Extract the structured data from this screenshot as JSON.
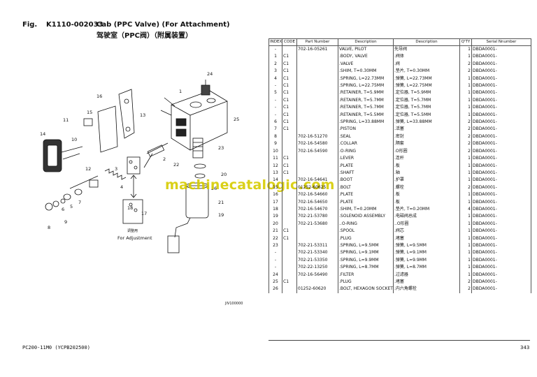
{
  "header": {
    "fig_label": "Fig.",
    "fig_code": "K1110-002033",
    "title": "Cab (PPC Valve) (For Attachment)",
    "subtitle": "驾驶室（PPC阀）（附属装置）"
  },
  "diagram": {
    "callouts": [
      "24",
      "1",
      "16",
      "15",
      "13",
      "25",
      "11",
      "14",
      "10",
      "12",
      "23",
      "2",
      "22",
      "3",
      "20",
      "4",
      "26",
      "7",
      "5",
      "6",
      "9",
      "8",
      "19",
      "18",
      "17",
      "21"
    ],
    "adjust_cn": "调整用",
    "adjust_en": "For Adjustment",
    "drawing_no": "JIV100000"
  },
  "table": {
    "headers": [
      "INDEX",
      "CODE",
      "Part Number",
      "Description",
      "Description",
      "Q'TY",
      "Serial Nnumber"
    ],
    "rows": [
      {
        "idx": "-",
        "code": "",
        "pn": "702-16-05261",
        "d1": "VALVE, PILOT",
        "d2": "先导阀",
        "qty": "1",
        "ser": "DBDA0001-"
      },
      {
        "idx": "1",
        "code": "C1",
        "pn": "",
        "d1": ".BODY, VALVE",
        "d2": ".阀体",
        "qty": "1",
        "ser": "DBDA0001-"
      },
      {
        "idx": "2",
        "code": "C1",
        "pn": "",
        "d1": ".VALVE",
        "d2": ".阀",
        "qty": "2",
        "ser": "DBDA0001-"
      },
      {
        "idx": "3",
        "code": "C1",
        "pn": "",
        "d1": ".SHIM, T=0.30MM",
        "d2": ".垫片, T=0.30MM",
        "qty": "2",
        "ser": "DBDA0001-"
      },
      {
        "idx": "4",
        "code": "C1",
        "pn": "",
        "d1": ".SPRING, L=22.73MM",
        "d2": ".弹簧, L=22.73MM",
        "qty": "1",
        "ser": "DBDA0001-"
      },
      {
        "idx": "-",
        "code": "C1",
        "pn": "",
        "d1": ".SPRING, L=22.75MM",
        "d2": ".弹簧, L=22.75MM",
        "qty": "1",
        "ser": "DBDA0001-"
      },
      {
        "idx": "5",
        "code": "C1",
        "pn": "",
        "d1": ".RETAINER, T=5.9MM",
        "d2": ".定位器, T=5.9MM",
        "qty": "1",
        "ser": "DBDA0001-"
      },
      {
        "idx": "-",
        "code": "C1",
        "pn": "",
        "d1": ".RETAINER, T=5.7MM",
        "d2": ".定位器, T=5.7MM",
        "qty": "1",
        "ser": "DBDA0001-"
      },
      {
        "idx": "-",
        "code": "C1",
        "pn": "",
        "d1": ".RETAINER, T=5.7MM",
        "d2": ".定位器, T=5.7MM",
        "qty": "1",
        "ser": "DBDA0001-"
      },
      {
        "idx": "-",
        "code": "C1",
        "pn": "",
        "d1": ".RETAINER, T=5.5MM",
        "d2": ".定位器, T=5.5MM",
        "qty": "1",
        "ser": "DBDA0001-"
      },
      {
        "idx": "6",
        "code": "C1",
        "pn": "",
        "d1": ".SPRING, L=33.88MM",
        "d2": ".弹簧, L=33.88MM",
        "qty": "2",
        "ser": "DBDA0001-"
      },
      {
        "idx": "7",
        "code": "C1",
        "pn": "",
        "d1": ".PISTON",
        "d2": ".活塞",
        "qty": "2",
        "ser": "DBDA0001-"
      },
      {
        "idx": "8",
        "code": "",
        "pn": "702-16-51270",
        "d1": ".SEAL",
        "d2": ".密封",
        "qty": "2",
        "ser": "DBDA0001-"
      },
      {
        "idx": "9",
        "code": "",
        "pn": "702-16-54580",
        "d1": ".COLLAR",
        "d2": ".隔套",
        "qty": "2",
        "ser": "DBDA0001-"
      },
      {
        "idx": "10",
        "code": "",
        "pn": "702-16-54590",
        "d1": ".O-RING",
        "d2": ".O形圈",
        "qty": "2",
        "ser": "DBDA0001-"
      },
      {
        "idx": "11",
        "code": "C1",
        "pn": "",
        "d1": ".LEVER",
        "d2": ".连杆",
        "qty": "1",
        "ser": "DBDA0001-"
      },
      {
        "idx": "12",
        "code": "C1",
        "pn": "",
        "d1": ".PLATE",
        "d2": ".板",
        "qty": "1",
        "ser": "DBDA0001-"
      },
      {
        "idx": "13",
        "code": "C1",
        "pn": "",
        "d1": ".SHAFT",
        "d2": ".轴",
        "qty": "1",
        "ser": "DBDA0001-"
      },
      {
        "idx": "14",
        "code": "",
        "pn": "702-16-54641",
        "d1": ".BOOT",
        "d2": ".护罩",
        "qty": "1",
        "ser": "DBDA0001-"
      },
      {
        "idx": "15",
        "code": "",
        "pn": "01252-60625",
        "d1": ".BOLT",
        "d2": ".螺栓",
        "qty": "2",
        "ser": "DBDA0001-"
      },
      {
        "idx": "16",
        "code": "",
        "pn": "702-16-54660",
        "d1": ".PLATE",
        "d2": ".板",
        "qty": "1",
        "ser": "DBDA0001-"
      },
      {
        "idx": "17",
        "code": "",
        "pn": "702-16-54650",
        "d1": ".PLATE",
        "d2": ".板",
        "qty": "1",
        "ser": "DBDA0001-"
      },
      {
        "idx": "18",
        "code": "",
        "pn": "702-16-54670",
        "d1": ".SHIM, T=0.20MM",
        "d2": ".垫片, T=0.20MM",
        "qty": "4",
        "ser": "DBDA0001-"
      },
      {
        "idx": "19",
        "code": "",
        "pn": "702-21-53780",
        "d1": ".SOLENOID ASSEMBLY",
        "d2": ".电磁阀总成",
        "qty": "1",
        "ser": "DBDA0001-"
      },
      {
        "idx": "20",
        "code": "",
        "pn": "702-21-53680",
        "d1": "..O-RING",
        "d2": "..O形圈",
        "qty": "1",
        "ser": "DBDA0001-"
      },
      {
        "idx": "21",
        "code": "C1",
        "pn": "",
        "d1": ".SPOOL",
        "d2": ".阀芯",
        "qty": "1",
        "ser": "DBDA0001-"
      },
      {
        "idx": "22",
        "code": "C1",
        "pn": "",
        "d1": ".PLUG",
        "d2": ".堵塞",
        "qty": "1",
        "ser": "DBDA0001-"
      },
      {
        "idx": "23",
        "code": "",
        "pn": "702-21-53311",
        "d1": ".SPRING, L=9.5MM",
        "d2": ".弹簧, L=9.5MM",
        "qty": "1",
        "ser": "DBDA0001-"
      },
      {
        "idx": "-",
        "code": "",
        "pn": "702-21-53340",
        "d1": ".SPRING, L=9.1MM",
        "d2": ".弹簧, L=9.1MM",
        "qty": "1",
        "ser": "DBDA0001-"
      },
      {
        "idx": "-",
        "code": "",
        "pn": "702-21-53350",
        "d1": ".SPRING, L=9.9MM",
        "d2": ".弹簧, L=9.9MM",
        "qty": "1",
        "ser": "DBDA0001-"
      },
      {
        "idx": "-",
        "code": "",
        "pn": "702-22-13250",
        "d1": ".SPRING, L=8.7MM",
        "d2": ".弹簧, L=8.7MM",
        "qty": "1",
        "ser": "DBDA0001-"
      },
      {
        "idx": "24",
        "code": "",
        "pn": "702-16-56490",
        "d1": ".FILTER",
        "d2": ".过滤器",
        "qty": "1",
        "ser": "DBDA0001-"
      },
      {
        "idx": "25",
        "code": "C1",
        "pn": "",
        "d1": ".PLUG",
        "d2": ".堵塞",
        "qty": "2",
        "ser": "DBDA0001-"
      },
      {
        "idx": "26",
        "code": "",
        "pn": "01252-60620",
        "d1": ".BOLT, HEXAGON SOCKET HEAD",
        "d2": ".内六角螺栓",
        "qty": "2",
        "ser": "DBDA0001-"
      }
    ]
  },
  "footer": {
    "model": "PC200-11M0  (YCPB202500)",
    "page": "343"
  },
  "watermark": "machinecatalogic.com",
  "colors": {
    "watermark": "#d6cc00",
    "rule": "#555555"
  }
}
